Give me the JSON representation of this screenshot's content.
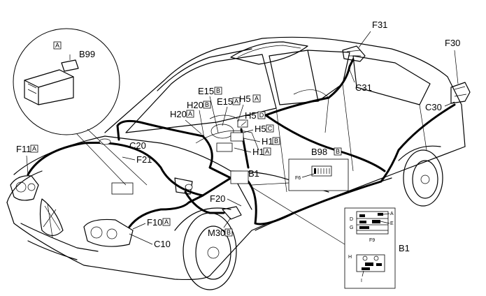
{
  "labels": {
    "B99": "B99",
    "B99_sub": "A",
    "F31": "F31",
    "F30": "F30",
    "C31": "C31",
    "C30": "C30",
    "E15b": "E15",
    "E15b_sub": "B",
    "E15a": "E15",
    "E15a_sub": "A",
    "H5a": "H5",
    "H5a_sub": "A",
    "H20b": "H20",
    "H20b_sub": "B",
    "H5d": "H5",
    "H5d_sub": "D",
    "H20a": "H20",
    "H20a_sub": "A",
    "H5c": "H5",
    "H5c_sub": "C",
    "H1b": "H1",
    "H1b_sub": "B",
    "H1a": "H1",
    "H1a_sub": "A",
    "C20": "C20",
    "F21": "F21",
    "F11": "F11",
    "F11_sub": "A",
    "B98": "B98",
    "B98_sub": "B",
    "F6": "F6",
    "B1_top": "B1",
    "F20": "F20",
    "F10": "F10",
    "F10_sub": "A",
    "C10": "C10",
    "M30": "M30",
    "M30_sub": "B",
    "B1_side": "B1",
    "F9": "F9",
    "letA": "A",
    "letD": "D",
    "letE": "E",
    "letG": "G",
    "letH": "H",
    "letI": "I"
  }
}
